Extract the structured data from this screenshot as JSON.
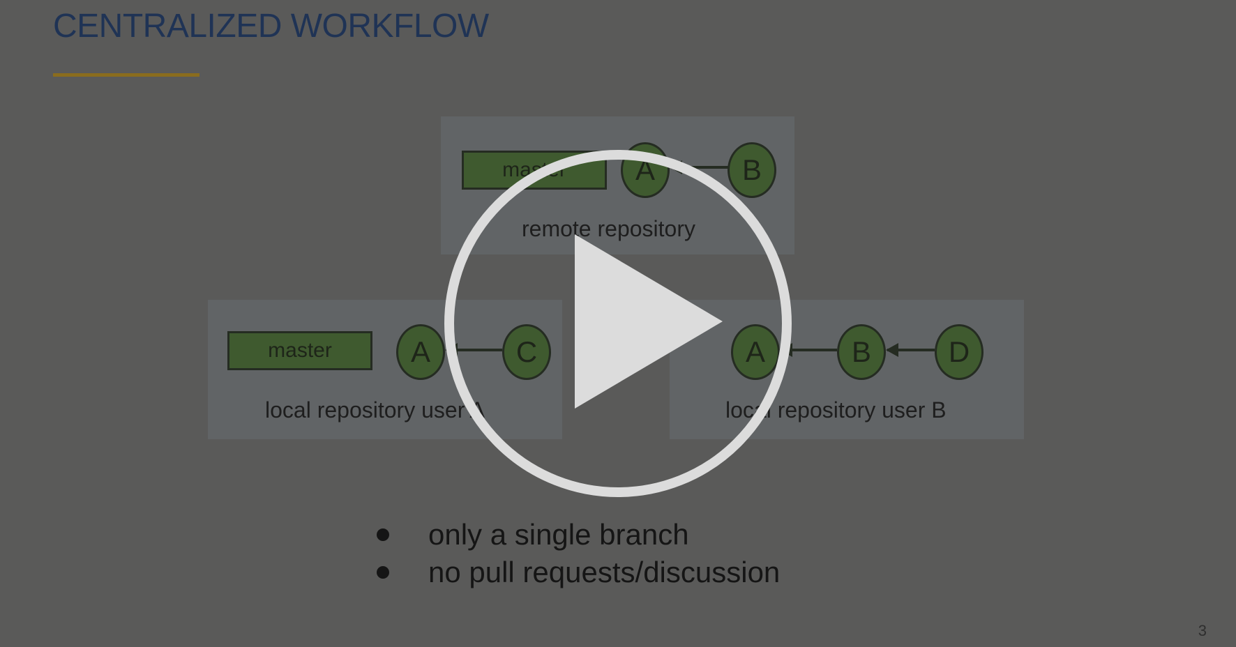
{
  "slide": {
    "title": "CENTRALIZED WORKFLOW",
    "page_number": "3",
    "remote": {
      "branch_label": "master",
      "nodes": [
        "A",
        "B"
      ],
      "label": "remote repository"
    },
    "local_a": {
      "branch_label": "master",
      "nodes": [
        "A",
        "C"
      ],
      "label": "local repository user A"
    },
    "local_b": {
      "nodes": [
        "A",
        "B",
        "D"
      ],
      "label": "local repository user B"
    },
    "bullets": [
      "only a single branch",
      "no pull requests/discussion"
    ]
  },
  "player": {
    "play_icon": "play-icon",
    "colors": {
      "overlay": "#5a5a59",
      "play_ring": "#dcdcdc",
      "node_fill": "#3f5a2f",
      "title": "#1f3355",
      "accent_rule": "#8a6c1e"
    }
  }
}
